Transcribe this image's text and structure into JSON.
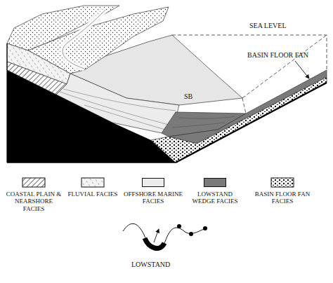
{
  "diagram": {
    "labels": [
      "SEA LEVEL",
      "BASIN FLOOR FAN",
      "SB",
      "LOWSTAND"
    ],
    "legend": [
      {
        "text": "COASTAL PLAIN & NEARSHORE FACIES"
      },
      {
        "text": "FLUVIAL FACIES"
      },
      {
        "text": "OFFSHORE MARINE FACIES",
        "color": "#ececec"
      },
      {
        "text": "LOWSTAND WEDGE FACIES",
        "color": "#7a7a7a"
      },
      {
        "text": "BASIN FLOOR FAN FACIES"
      }
    ]
  }
}
